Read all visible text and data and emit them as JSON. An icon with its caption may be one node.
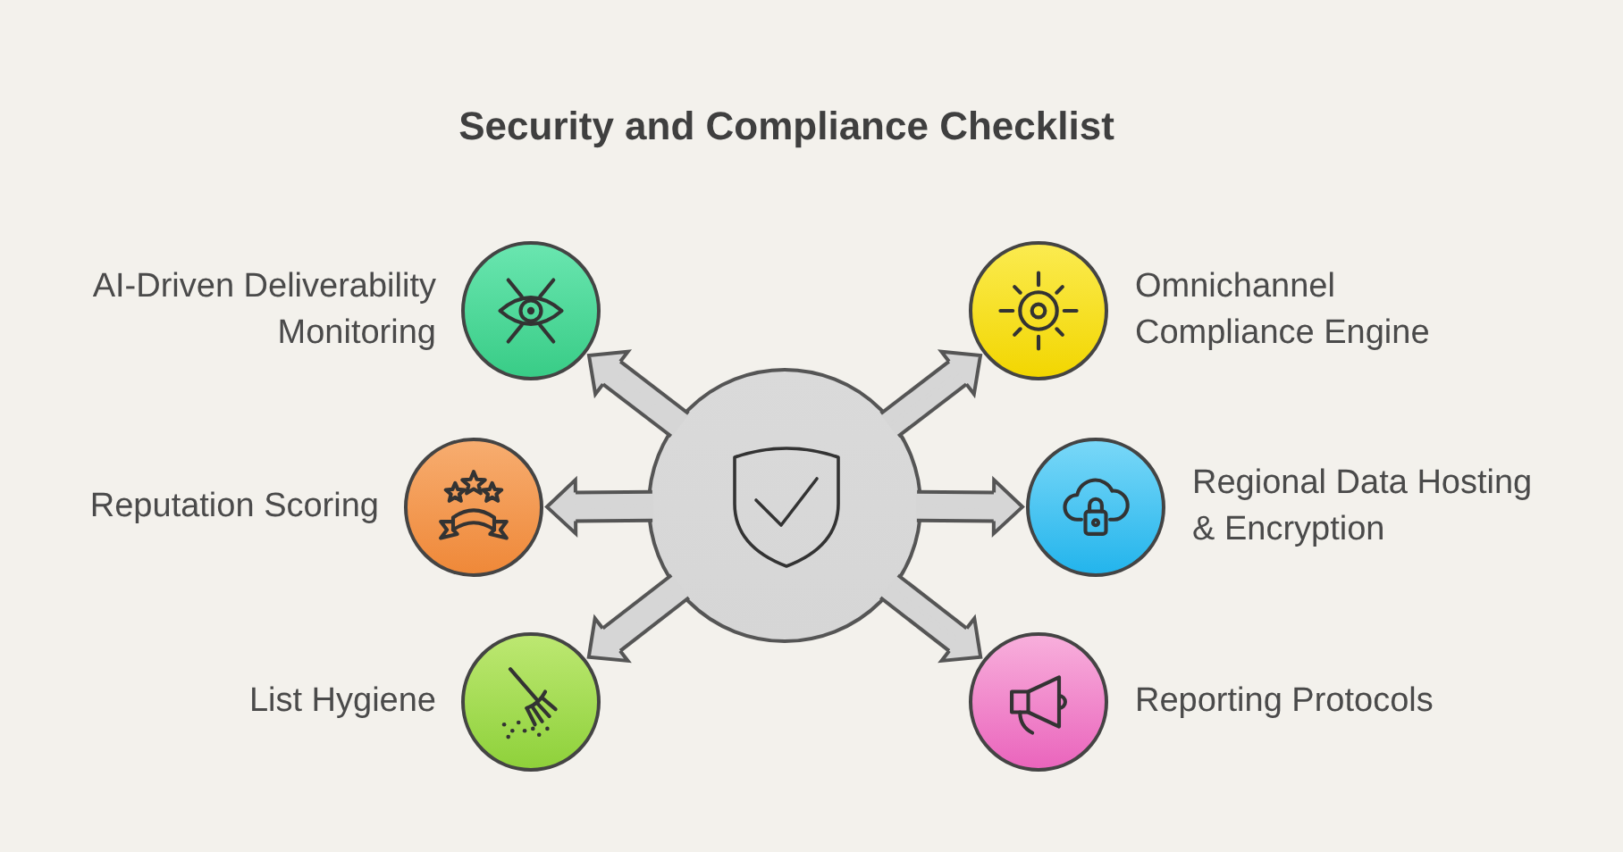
{
  "diagram": {
    "title": "Security and Compliance Checklist",
    "nodes": [
      {
        "text": [],
        "shape": "circle",
        "beside": [
          "AI-Driven Deliverability Monitoring"
        ]
      },
      {
        "text": [],
        "shape": "circle",
        "beside": [
          "Omnichannel Compliance Engine"
        ]
      },
      {
        "text": [],
        "shape": "circle",
        "beside": [
          "Reputation Scoring"
        ]
      },
      {
        "text": [],
        "shape": "circle"
      },
      {
        "text": [],
        "shape": "circle",
        "beside": [
          "Regional Data Hosting & Encryption"
        ]
      },
      {
        "text": [],
        "shape": "circle",
        "beside": [
          "List Hygiene"
        ]
      },
      {
        "text": [],
        "shape": "circle",
        "beside": [
          "Reporting Protocols"
        ]
      }
    ],
    "edges": [
      {
        "from": 3,
        "to": 0,
        "arrow": "to"
      },
      {
        "from": 3,
        "to": 1,
        "arrow": "to"
      },
      {
        "from": 3,
        "to": 2,
        "arrow": "to"
      },
      {
        "from": 3,
        "to": 4,
        "arrow": "to"
      },
      {
        "from": 3,
        "to": 5,
        "arrow": "to"
      },
      {
        "from": 3,
        "to": 6,
        "arrow": "to"
      }
    ]
  }
}
